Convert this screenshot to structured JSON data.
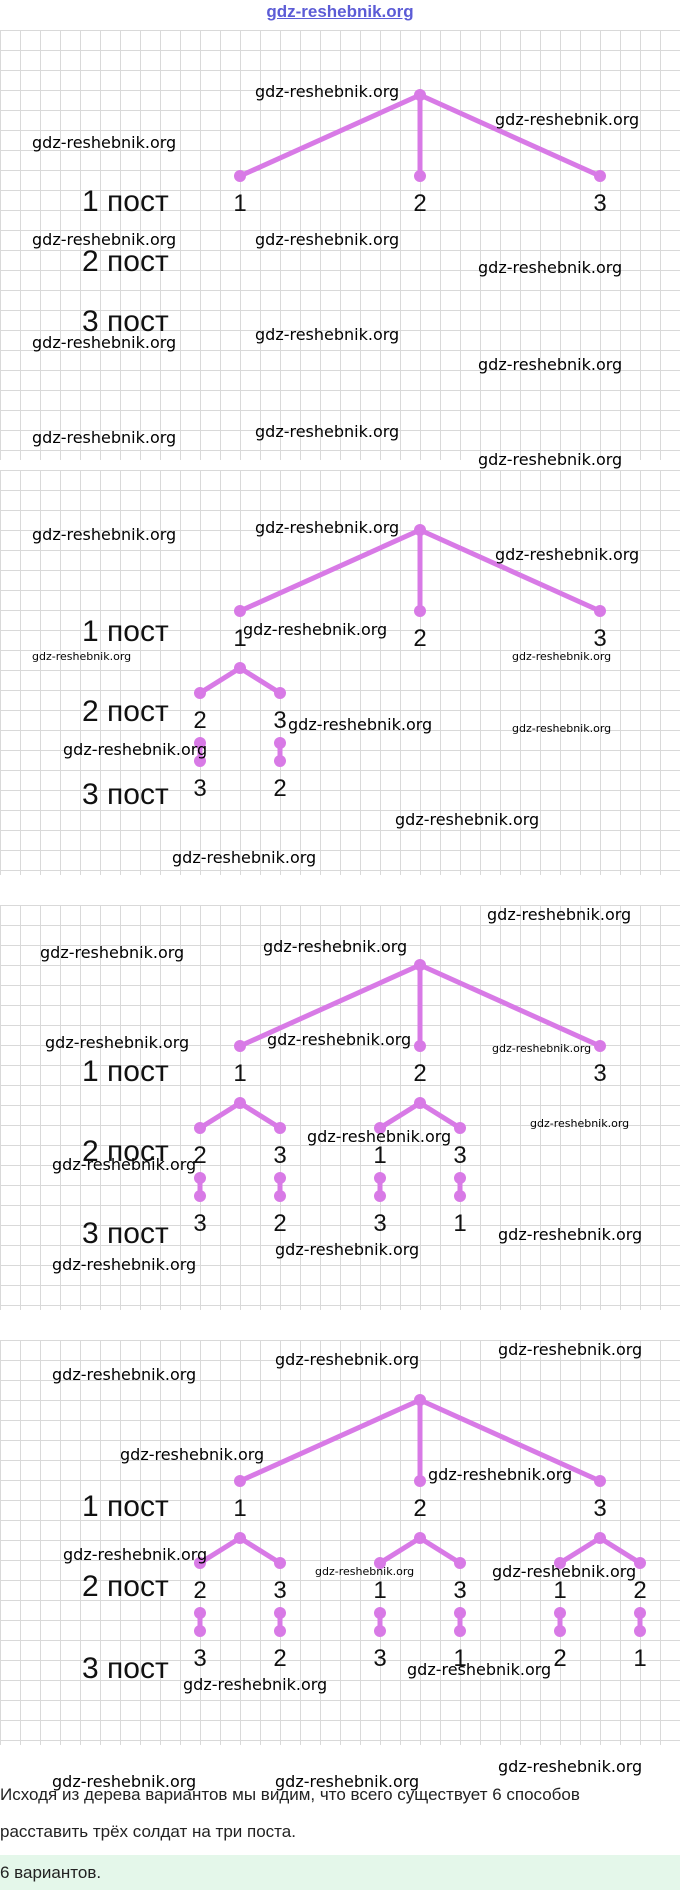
{
  "site_link": "gdz-reshebnik.org",
  "post_labels": [
    "1 пост",
    "2 пост",
    "3 пост"
  ],
  "watermark": "gdz-reshebnik.org",
  "tree": {
    "level1": [
      "1",
      "2",
      "3"
    ],
    "branches": [
      {
        "level2": [
          "2",
          "3"
        ],
        "level3": [
          "3",
          "2"
        ]
      },
      {
        "level2": [
          "1",
          "3"
        ],
        "level3": [
          "3",
          "1"
        ]
      },
      {
        "level2": [
          "1",
          "2"
        ],
        "level3": [
          "2",
          "1"
        ]
      }
    ]
  },
  "steps_branches_shown": [
    0,
    1,
    2,
    3
  ],
  "conclusion_line1": "Исходя из дерева вариантов мы видим, что всего существует 6 способов",
  "conclusion_line2": "расставить трёх солдат на три поста.",
  "answer": "6 вариантов.",
  "colors": {
    "tree": "#d87ae6",
    "link": "#5c5cd6",
    "grid": "#d9d9d9",
    "answer_bg": "#e4f7ea"
  }
}
